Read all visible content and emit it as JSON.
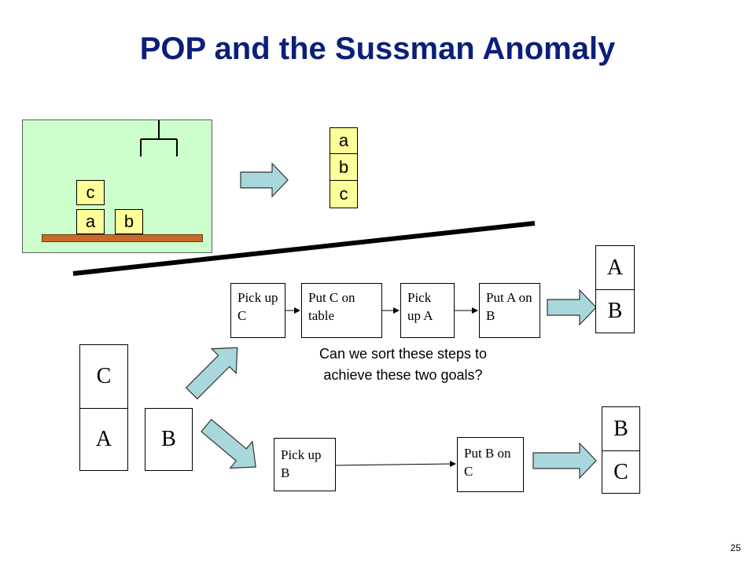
{
  "title": "POP and the Sussman Anomaly",
  "initial_state": {
    "top_block": "c",
    "bottom_left_block": "a",
    "bottom_right_block": "b"
  },
  "goal_stack": [
    "a",
    "b",
    "c"
  ],
  "start_blocks": {
    "left_top": "C",
    "left_bottom": "A",
    "right": "B"
  },
  "plan_top": {
    "steps": [
      "Pick up C",
      "Put C on table",
      "Pick up A",
      "Put A on B"
    ],
    "result": {
      "top": "A",
      "bottom": "B"
    }
  },
  "plan_bottom": {
    "steps": [
      "Pick up B",
      "Put B on C"
    ],
    "result": {
      "top": "B",
      "bottom": "C"
    }
  },
  "question": "Can we sort these steps to achieve these two goals?",
  "page_number": "25",
  "colors": {
    "title": "#0b1f7a",
    "panel": "#ccffcc",
    "small_block": "#ffff99",
    "arrow_fill": "#a8d8dc",
    "table": "#c96a2a"
  }
}
